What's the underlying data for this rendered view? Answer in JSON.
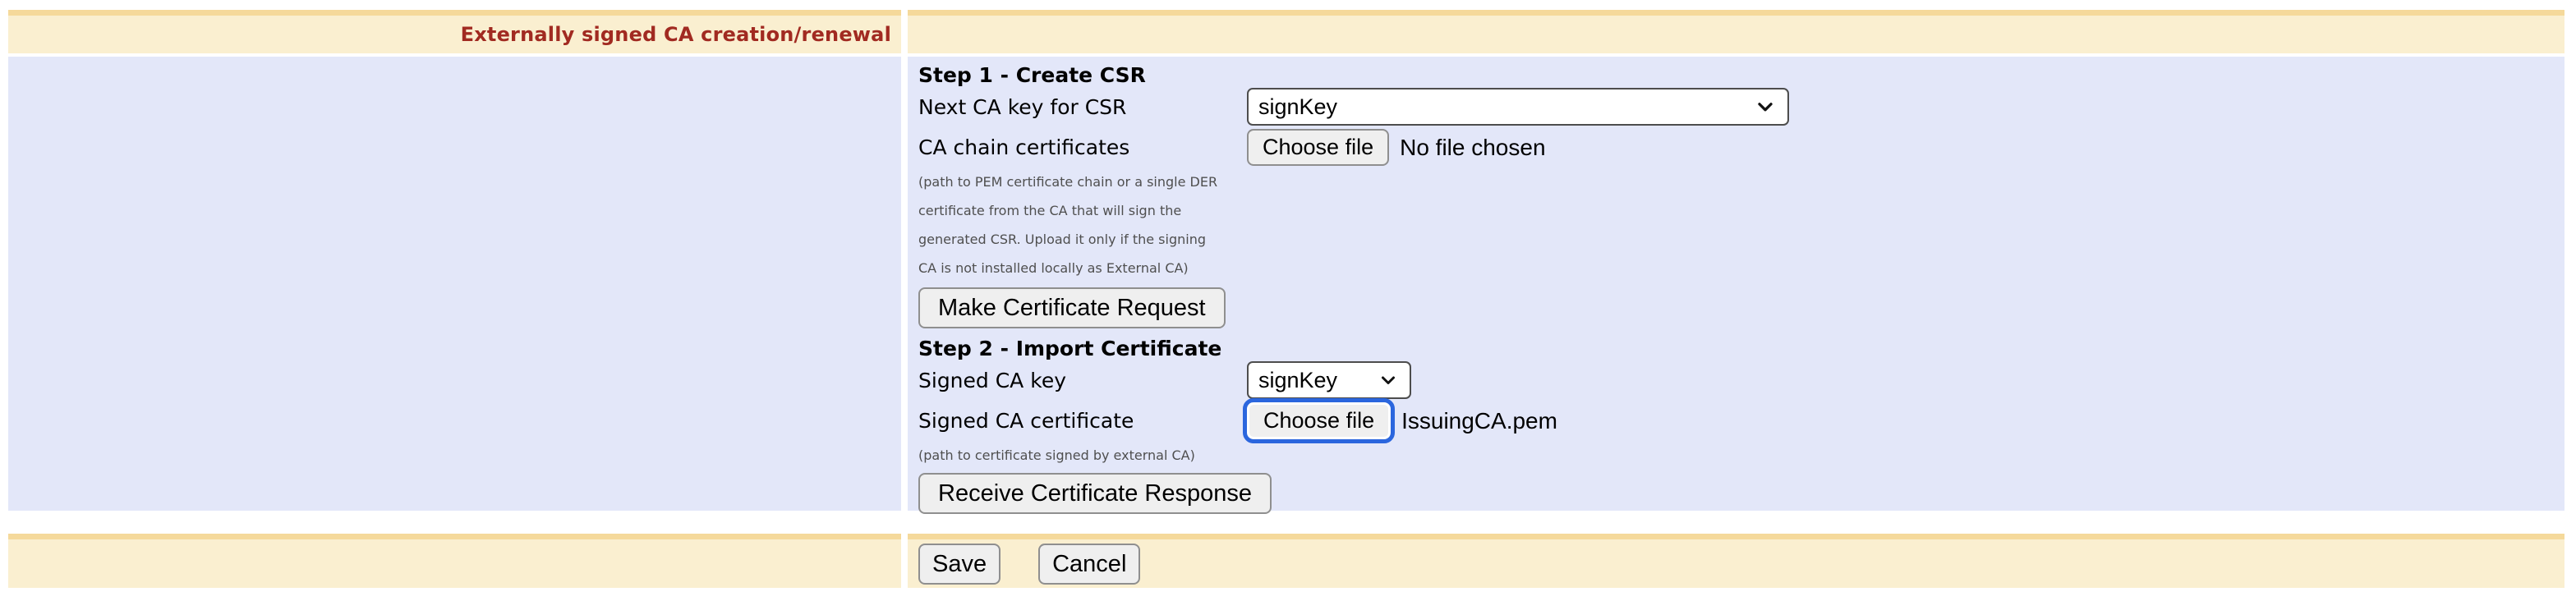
{
  "colors": {
    "title_red": "#a12a21",
    "row_cream": "#faefd0",
    "row_top_band": "#f5d99b",
    "row_lavender": "#e3e7f9",
    "focus_ring_blue": "#2b66de",
    "control_bg": "#efefef",
    "control_border": "#8f8f8f",
    "note_gray": "#4f4f4f"
  },
  "header": {
    "title": "Externally signed CA creation/renewal"
  },
  "step1": {
    "heading": "Step 1 - Create CSR",
    "key_label": "Next CA key for CSR",
    "key_value": "signKey",
    "chain_label": "CA chain certificates",
    "chain_button": "Choose file",
    "chain_status": "No file chosen",
    "note_lines": [
      "(path to PEM certificate chain or a single DER",
      "certificate from the CA that will sign the",
      "generated CSR. Upload it only if the signing",
      "CA is not installed locally as External CA)"
    ],
    "action": "Make Certificate Request"
  },
  "step2": {
    "heading": "Step 2 - Import Certificate",
    "key_label": "Signed CA key",
    "key_value": "signKey",
    "cert_label": "Signed CA certificate",
    "cert_button": "Choose file",
    "cert_file": "IssuingCA.pem",
    "note": "(path to certificate signed by external CA)",
    "action": "Receive Certificate Response"
  },
  "footer": {
    "save": "Save",
    "cancel": "Cancel"
  }
}
